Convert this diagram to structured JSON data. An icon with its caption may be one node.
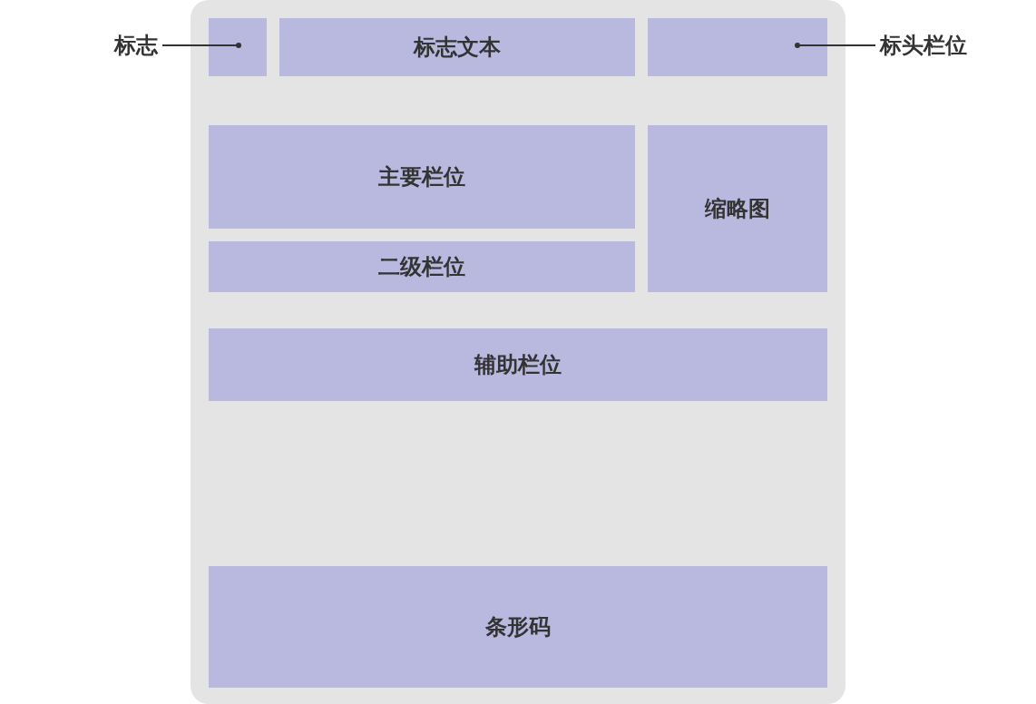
{
  "diagram": {
    "nodes": [
      {
        "text": [
          "标志"
        ]
      },
      {
        "text": [],
        "shape": "box"
      },
      {
        "text": [],
        "shape": "box",
        "in": 1
      },
      {
        "text": [
          "标志文本"
        ],
        "in": 1
      },
      {
        "text": [],
        "shape": "box",
        "in": 1
      },
      {
        "text": [
          "标头栏位"
        ]
      },
      {
        "text": [
          "主要栏位"
        ],
        "in": 1
      },
      {
        "text": [
          "缩略图"
        ],
        "in": 1
      },
      {
        "text": [
          "二级栏位"
        ],
        "in": 1
      },
      {
        "text": [
          "辅助栏位"
        ],
        "in": 1
      },
      {
        "text": [
          "条形码"
        ],
        "in": 1
      }
    ],
    "edges": [
      {
        "from": 0,
        "to": 2,
        "arrow": "other"
      },
      {
        "from": 5,
        "to": 4,
        "arrow": "other"
      }
    ]
  }
}
